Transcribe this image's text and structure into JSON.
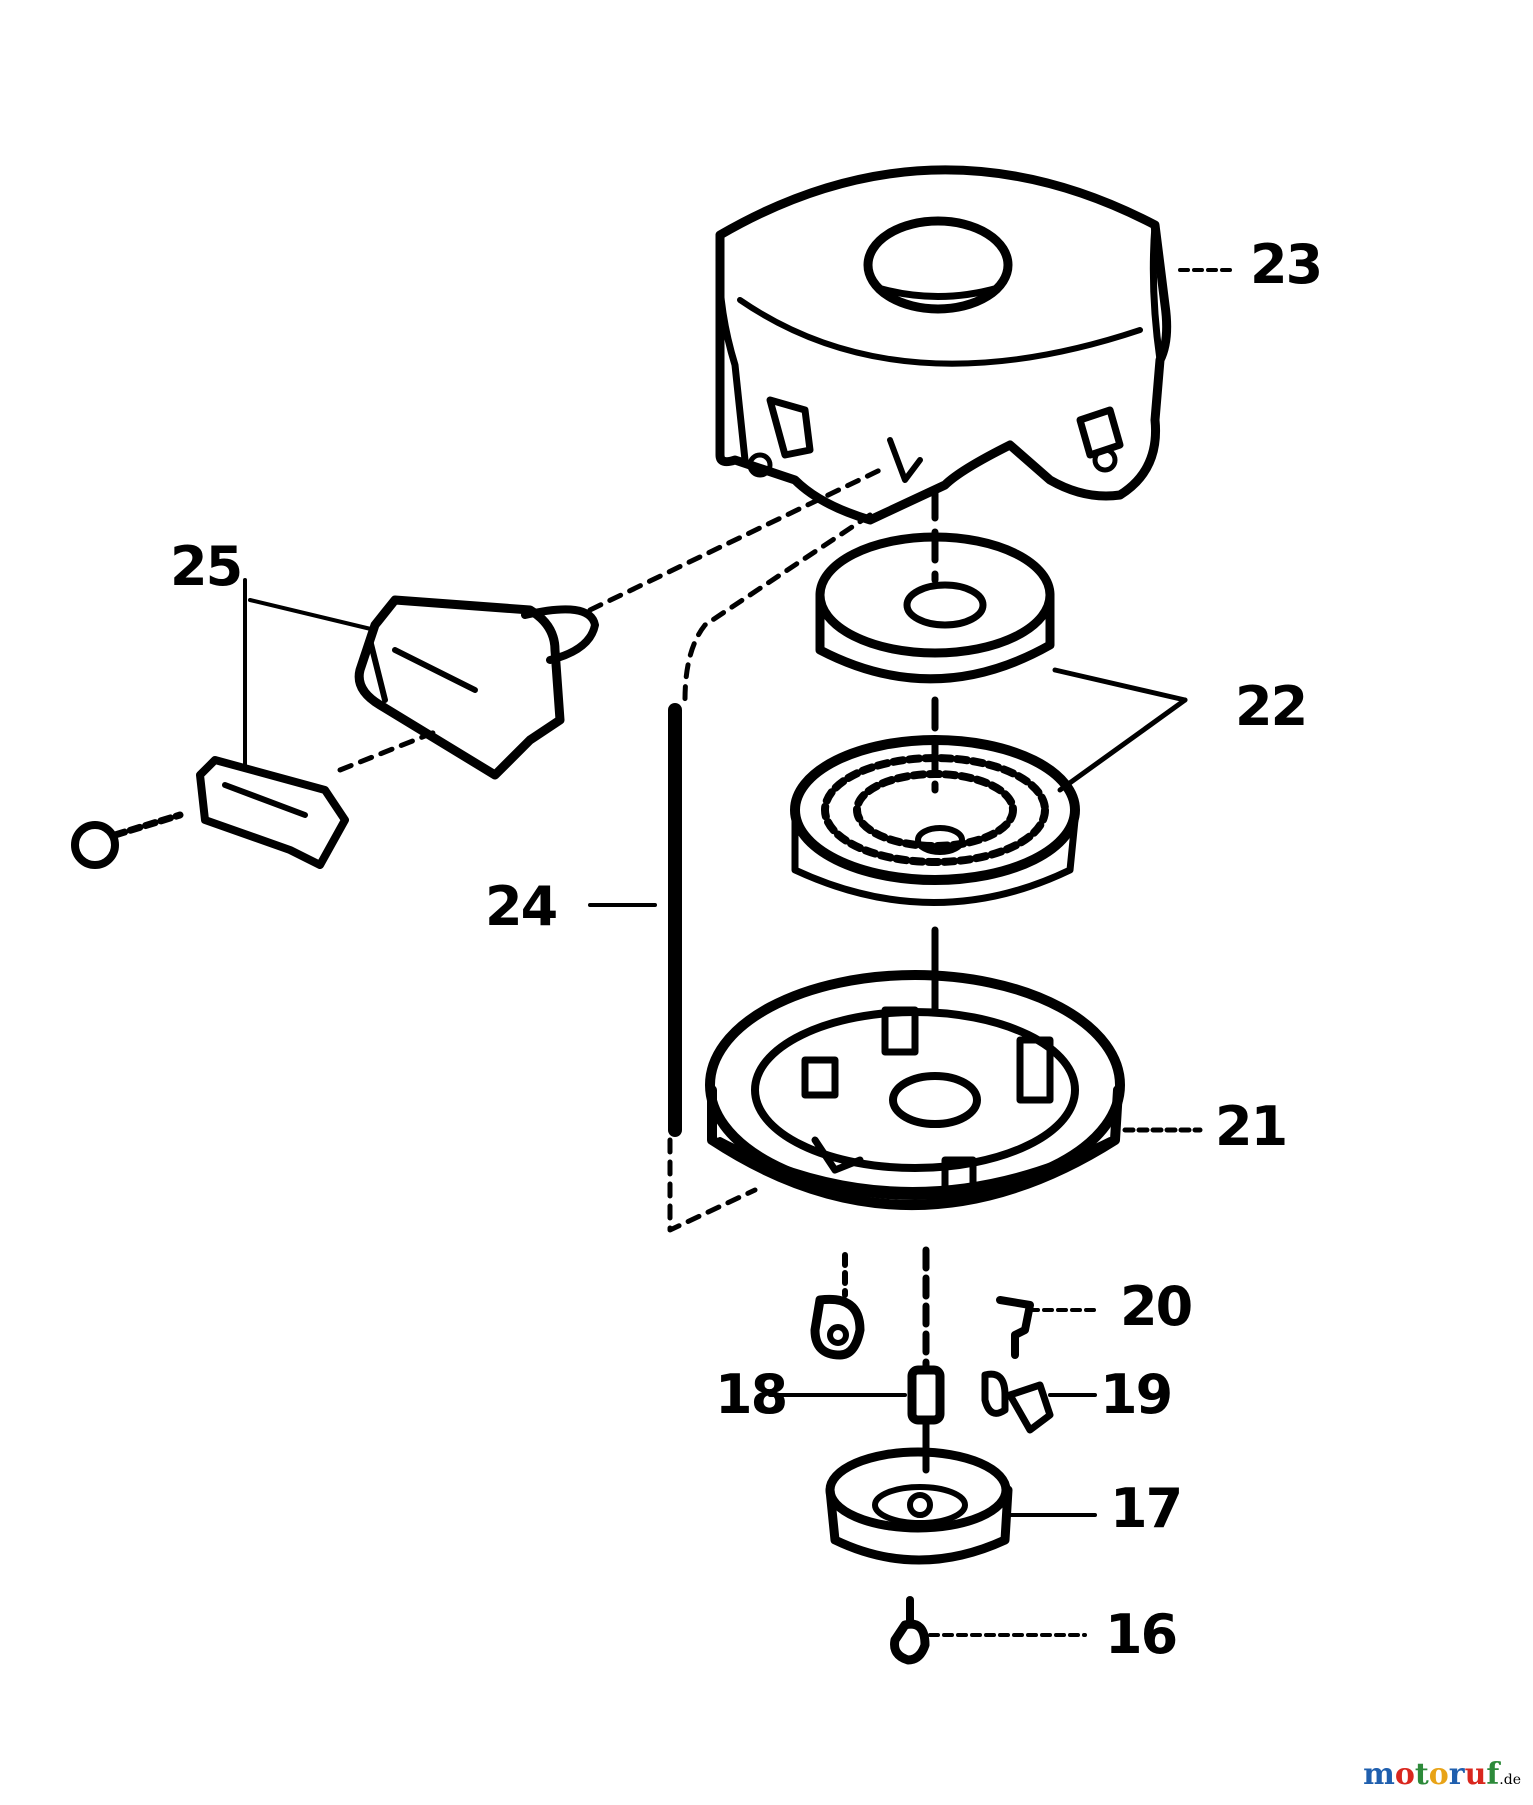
{
  "labels": {
    "l16": "16",
    "l17": "17",
    "l18": "18",
    "l19": "19",
    "l20": "20",
    "l21": "21",
    "l22": "22",
    "l23": "23",
    "l24": "24",
    "l25": "25"
  },
  "watermark": {
    "text": "motoruf",
    "suffix": ".de",
    "colors": [
      "#1f5fae",
      "#d9271e",
      "#2d8a3a",
      "#e8a317",
      "#1f5fae",
      "#d9271e",
      "#2d8a3a"
    ]
  }
}
